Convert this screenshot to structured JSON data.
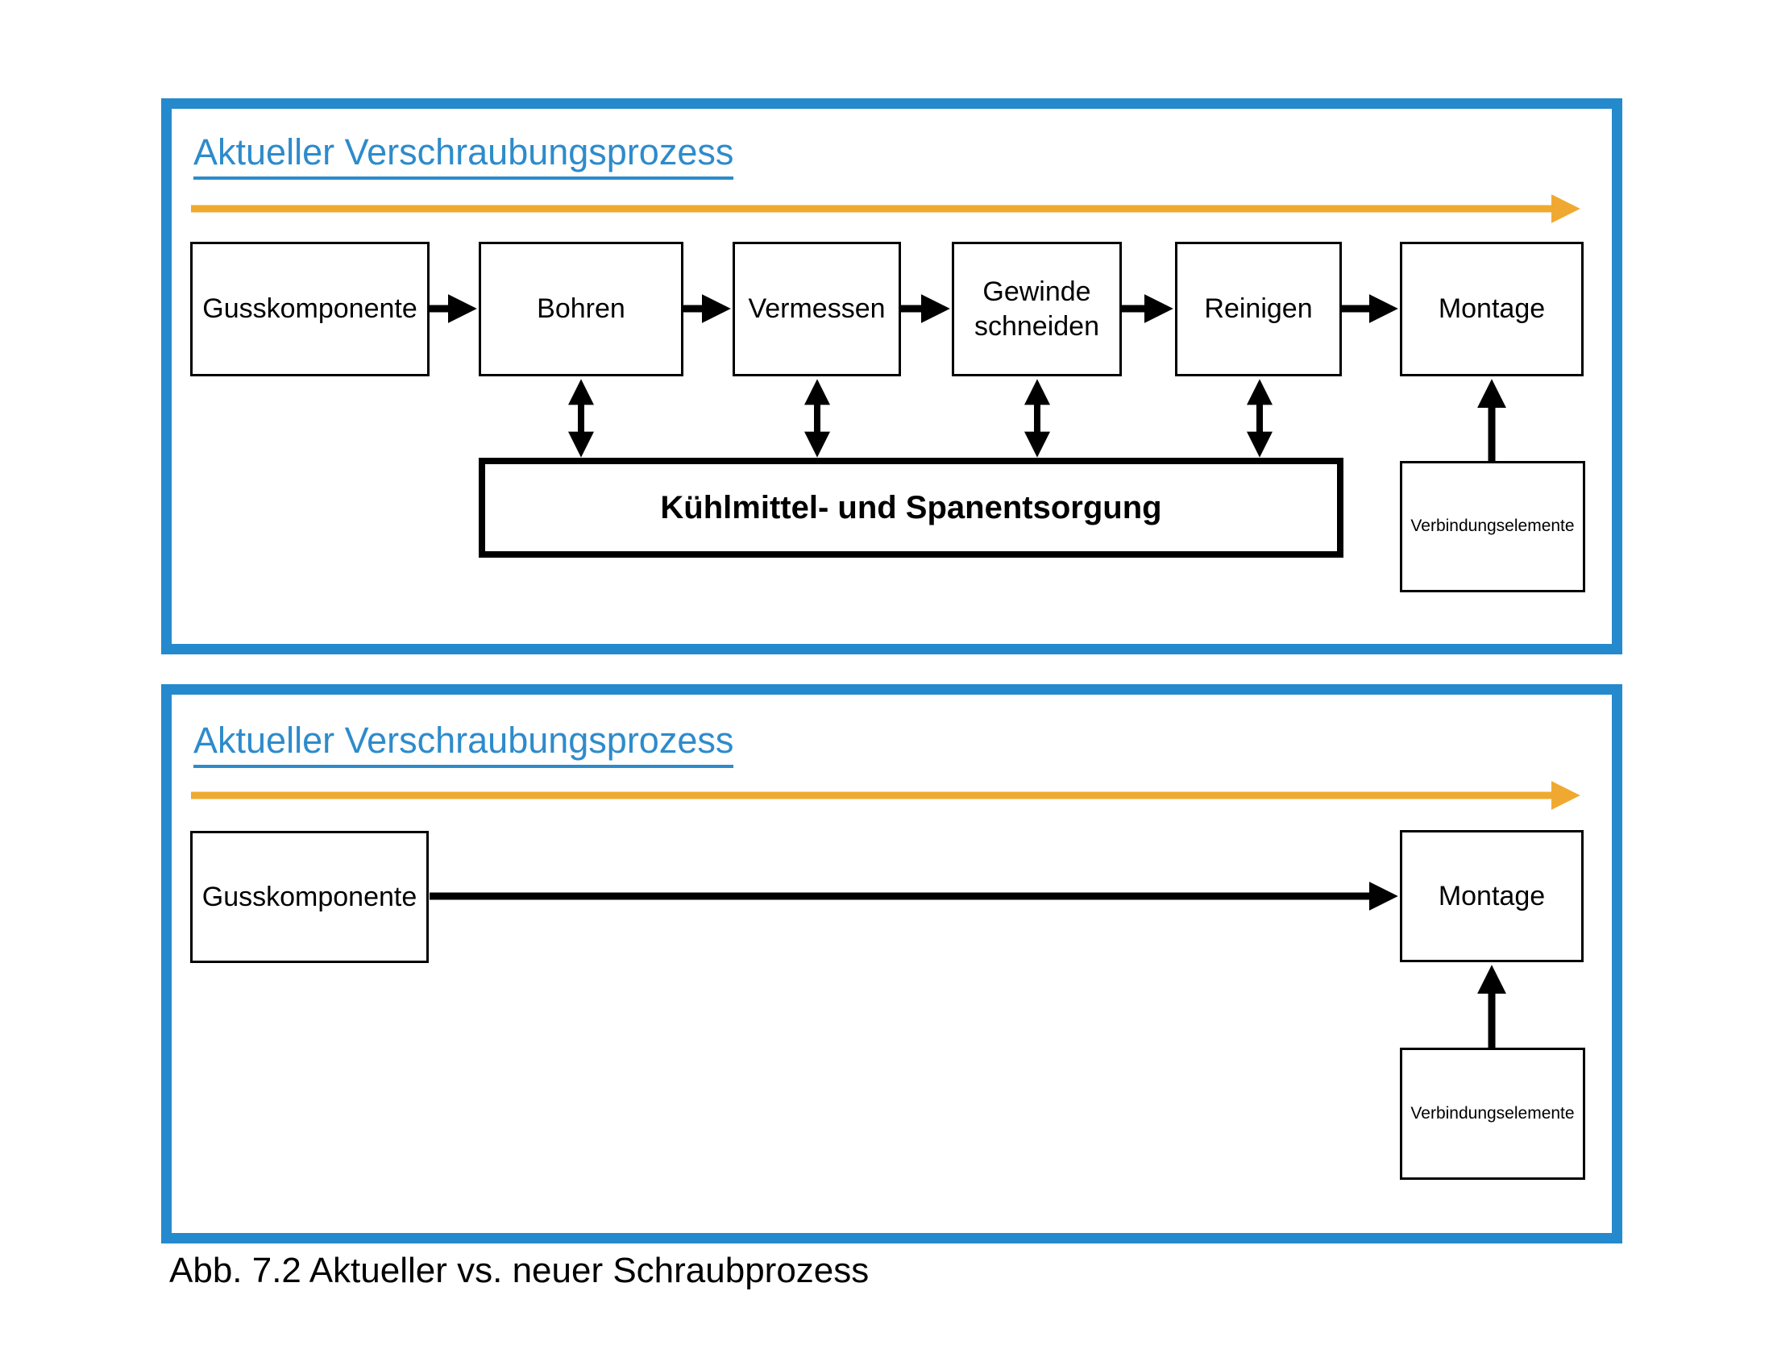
{
  "colors": {
    "frame_blue": "#2589ce",
    "title_blue": "#2e8bcb",
    "arrow_orange": "#f0a930",
    "line_black": "#000000"
  },
  "top_panel": {
    "title": "Aktueller Verschraubungsprozess",
    "flow_boxes": [
      "Gusskomponente",
      "Bohren",
      "Vermessen",
      "Gewinde schneiden",
      "Reinigen",
      "Montage"
    ],
    "support_box": "Kühlmittel- und Spanentsorgung",
    "supply_box": "Verbindungselemente"
  },
  "bottom_panel": {
    "title": "Aktueller Verschraubungsprozess",
    "flow_boxes": [
      "Gusskomponente",
      "Montage"
    ],
    "supply_box": "Verbindungselemente"
  },
  "caption": "Abb. 7.2 Aktueller vs. neuer Schraubprozess"
}
